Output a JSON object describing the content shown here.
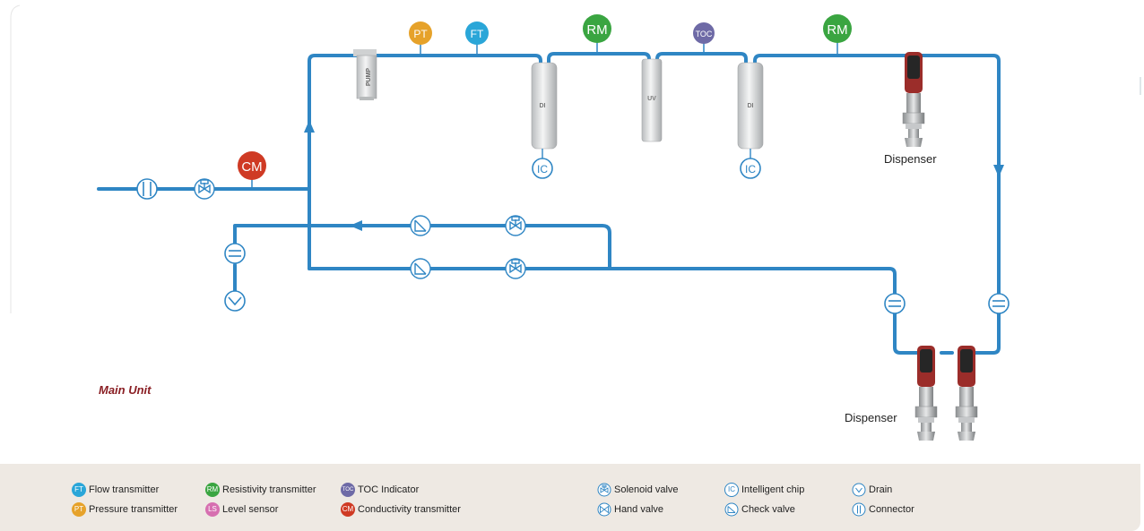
{
  "colors": {
    "pipe": "#2f86c4",
    "ft": "#2aa6d8",
    "pt": "#e6a22a",
    "rm": "#3aa541",
    "toc": "#6e6aa6",
    "ls": "#d66fb0",
    "cm": "#cf3a24",
    "legend_bg": "#eee9e3",
    "main_unit_text": "#8a1f24"
  },
  "diagram": {
    "sensors": {
      "pt": "PT",
      "ft": "FT",
      "rm1": "RM",
      "toc": "TOC",
      "rm2": "RM",
      "cm": "CM"
    },
    "components": {
      "pump": "PUMP",
      "di1": "DI",
      "uv": "UV",
      "di2": "DI"
    },
    "chip_symbol": "IC",
    "dispenser_top": "Dispenser",
    "dispenser_bottom": "Dispenser",
    "main_unit": "Main Unit"
  },
  "legend": [
    {
      "abbr": "FT",
      "label": "Flow transmitter",
      "icon": "ft-icon"
    },
    {
      "abbr": "PT",
      "label": "Pressure transmitter",
      "icon": "pt-icon"
    },
    {
      "abbr": "RM",
      "label": "Resistivity transmitter",
      "icon": "rm-icon"
    },
    {
      "abbr": "LS",
      "label": "Level sensor",
      "icon": "ls-icon"
    },
    {
      "abbr": "TOC",
      "label": "TOC Indicator",
      "icon": "toc-icon"
    },
    {
      "abbr": "CM",
      "label": "Conductivity transmitter",
      "icon": "cm-icon"
    },
    {
      "label": "Solenoid valve",
      "icon": "solenoid-valve-icon"
    },
    {
      "label": "Hand valve",
      "icon": "hand-valve-icon"
    },
    {
      "abbr": "IC",
      "label": "Intelligent chip",
      "icon": "intelligent-chip-icon"
    },
    {
      "label": "Check valve",
      "icon": "check-valve-icon"
    },
    {
      "label": "Drain",
      "icon": "drain-icon"
    },
    {
      "label": "Connector",
      "icon": "connector-icon"
    }
  ]
}
